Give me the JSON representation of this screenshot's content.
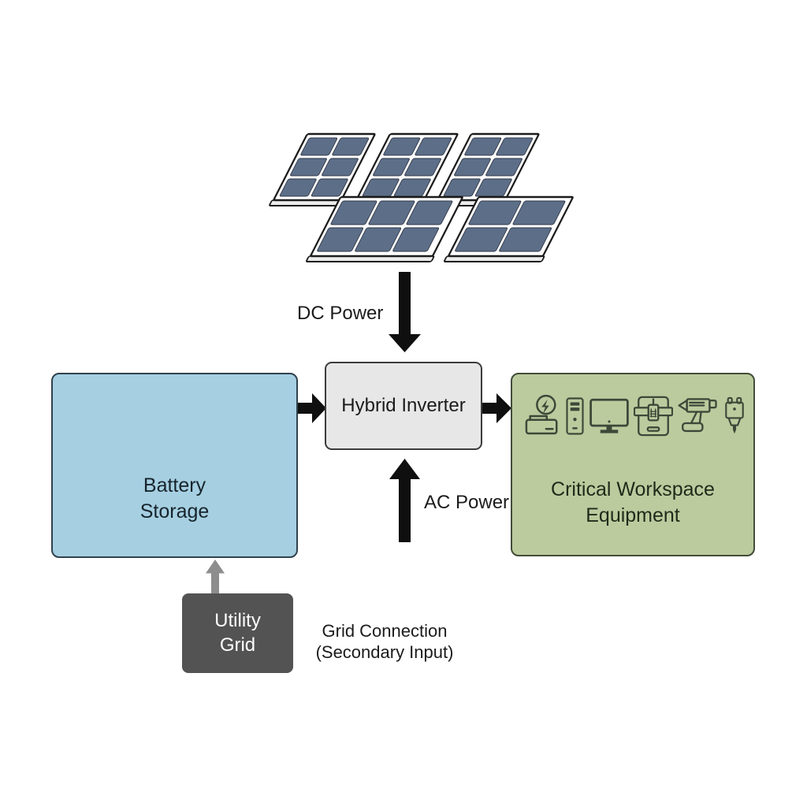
{
  "background": "#ffffff",
  "labels": {
    "dc_power": "DC Power",
    "ac_power": "AC Power",
    "grid_connection_line1": "Grid Connection",
    "grid_connection_line2": "(Secondary Input)"
  },
  "nodes": {
    "solar_array": {
      "icon": "solar-panels-icon",
      "panel_count": 5,
      "cell_color": "#5d6e88"
    },
    "battery": {
      "line1": "Battery",
      "line2": "Storage",
      "fill": "#a6cfe2"
    },
    "inverter": {
      "label": "Hybrid Inverter",
      "fill": "#e7e7e7"
    },
    "equipment": {
      "line1": "Critical Workspace",
      "line2": "Equipment",
      "fill": "#bccb9e",
      "icons": [
        "power-battery-icon",
        "pc-tower-icon",
        "monitor-icon",
        "printer-3d-icon",
        "glue-gun-icon",
        "rotary-tool-icon"
      ]
    },
    "utility": {
      "line1": "Utility",
      "line2": "Grid",
      "fill": "#535353",
      "text_color": "#ffffff"
    }
  },
  "arrows": {
    "dc": {
      "color": "#0f0f0f",
      "direction": "down"
    },
    "battery_to_inverter": {
      "color": "#0f0f0f",
      "direction": "right"
    },
    "inverter_to_equipment": {
      "color": "#0f0f0f",
      "direction": "right"
    },
    "ac": {
      "color": "#0f0f0f",
      "direction": "up"
    },
    "grid_to_battery": {
      "color": "#8d8d8d",
      "direction": "up"
    }
  }
}
